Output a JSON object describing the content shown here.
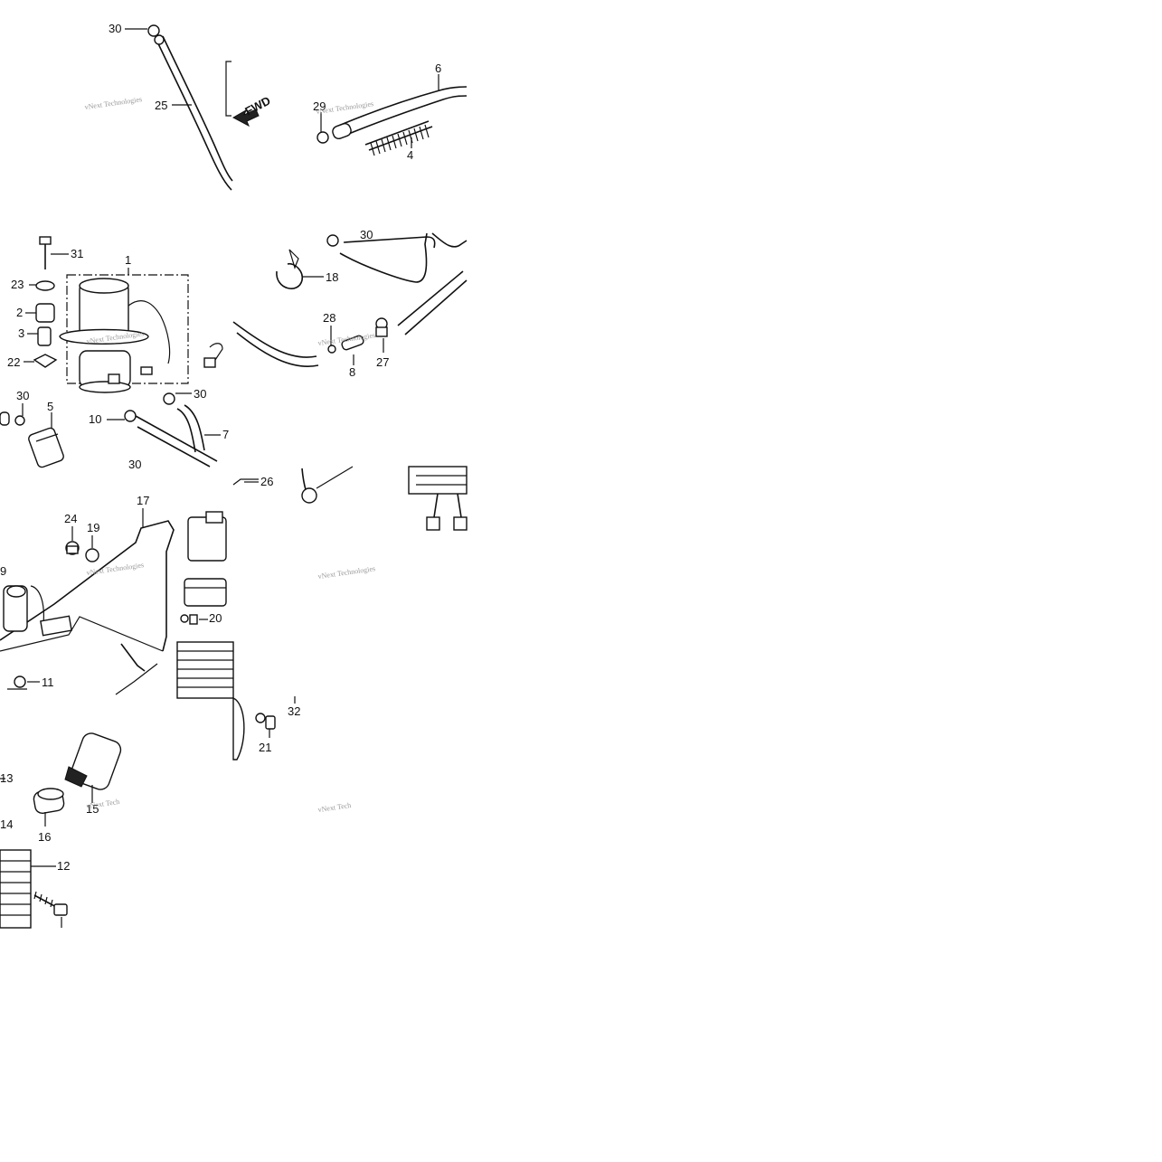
{
  "callouts": {
    "c1": "1",
    "c2": "2",
    "c3": "3",
    "c4": "4",
    "c5": "5",
    "c6": "6",
    "c7": "7",
    "c8": "8",
    "c9": "9",
    "c10": "10",
    "c11": "11",
    "c12": "12",
    "c13": "13",
    "c14": "14",
    "c15": "15",
    "c16": "16",
    "c17": "17",
    "c18": "18",
    "c19": "19",
    "c20": "20",
    "c21": "21",
    "c22": "22",
    "c23": "23",
    "c24": "24",
    "c25": "25",
    "c26": "26",
    "c27": "27",
    "c28": "28",
    "c29": "29",
    "c30a": "30",
    "c30b": "30",
    "c30c": "30",
    "c30d": "30",
    "c30e": "30",
    "c31": "31",
    "c32": "32"
  },
  "arrow_label": "FWD",
  "watermark": "vNext Technologies",
  "watermark_cut": "vNext Tech"
}
